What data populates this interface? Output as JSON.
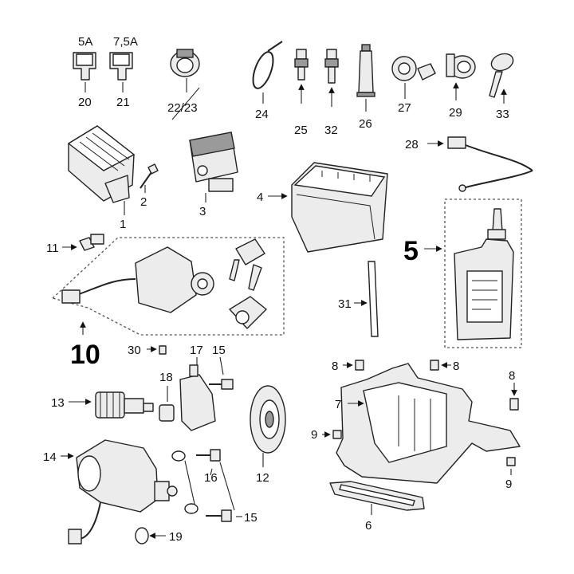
{
  "fuse_ratings": {
    "fuse_20": "5A",
    "fuse_21": "7,5A"
  },
  "labels": {
    "p1": "1",
    "p2": "2",
    "p3": "3",
    "p4": "4",
    "p5": "5",
    "p6": "6",
    "p7": "7",
    "p8a": "8",
    "p8b": "8",
    "p8c": "8",
    "p9a": "9",
    "p9b": "9",
    "p10": "10",
    "p11": "11",
    "p12": "12",
    "p13": "13",
    "p14": "14",
    "p15a": "15",
    "p15b": "15",
    "p16": "16",
    "p17": "17",
    "p18": "18",
    "p19": "19",
    "p20": "20",
    "p21": "21",
    "p22_23": "22/23",
    "p24": "24",
    "p25": "25",
    "p26": "26",
    "p27": "27",
    "p28": "28",
    "p29": "29",
    "p30": "30",
    "p31": "31",
    "p32": "32",
    "p33": "33"
  }
}
